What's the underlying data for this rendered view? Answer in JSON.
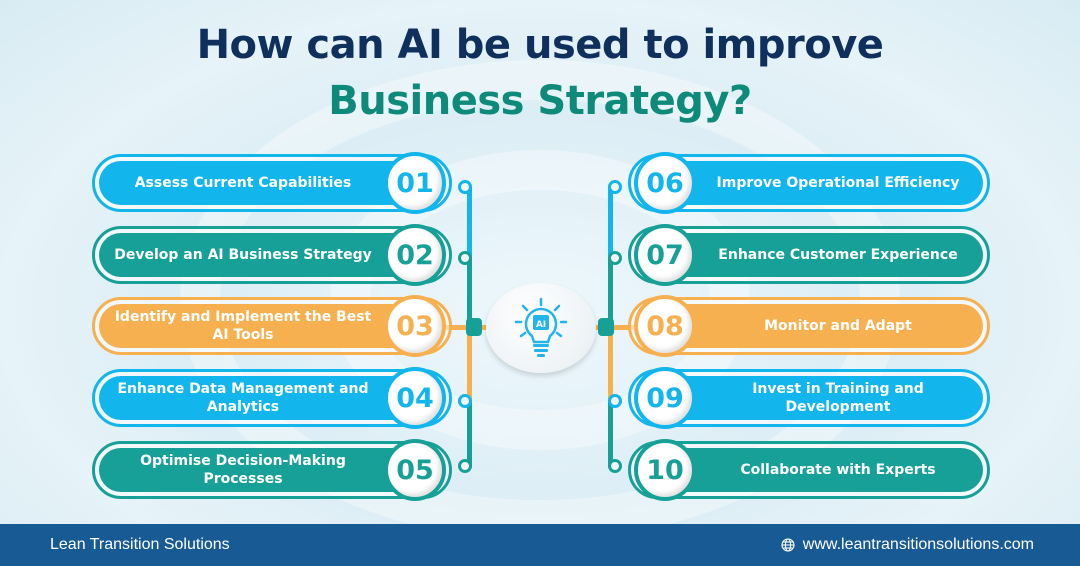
{
  "title": {
    "line1": "How can AI be used to improve",
    "line2": "Business Strategy?"
  },
  "center": {
    "icon": "ai-lightbulb-icon",
    "label": "AI"
  },
  "colors": {
    "blue": "#12b5ec",
    "teal": "#17a097",
    "orange": "#f6b04f",
    "title_navy": "#0f2f5c",
    "title_teal": "#0d8a7a",
    "footer": "#185a94"
  },
  "steps": [
    {
      "num": "01",
      "label": "Assess Current Capabilities",
      "color": "blue"
    },
    {
      "num": "02",
      "label": "Develop an AI Business Strategy",
      "color": "teal"
    },
    {
      "num": "03",
      "label": "Identify and Implement the Best AI Tools",
      "color": "orange"
    },
    {
      "num": "04",
      "label": "Enhance Data Management and Analytics",
      "color": "blue"
    },
    {
      "num": "05",
      "label": "Optimise Decision-Making Processes",
      "color": "teal"
    },
    {
      "num": "06",
      "label": "Improve Operational Efficiency",
      "color": "blue"
    },
    {
      "num": "07",
      "label": "Enhance Customer Experience",
      "color": "teal"
    },
    {
      "num": "08",
      "label": "Monitor and Adapt",
      "color": "orange"
    },
    {
      "num": "09",
      "label": "Invest in Training and Development",
      "color": "blue"
    },
    {
      "num": "10",
      "label": "Collaborate with Experts",
      "color": "teal"
    }
  ],
  "footer": {
    "company": "Lean Transition Solutions",
    "website": "www.leantransitionsolutions.com",
    "website_icon": "globe-icon"
  }
}
